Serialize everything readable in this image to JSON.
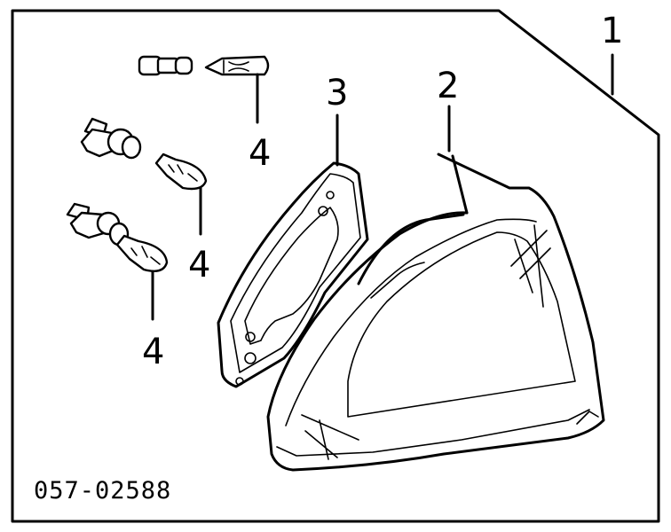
{
  "diagram": {
    "part_number": "057-02588",
    "callouts": {
      "assembly": "1",
      "lens": "2",
      "housing": "3",
      "bulb_top": "4",
      "bulb_middle": "4",
      "bulb_bottom": "4"
    }
  }
}
